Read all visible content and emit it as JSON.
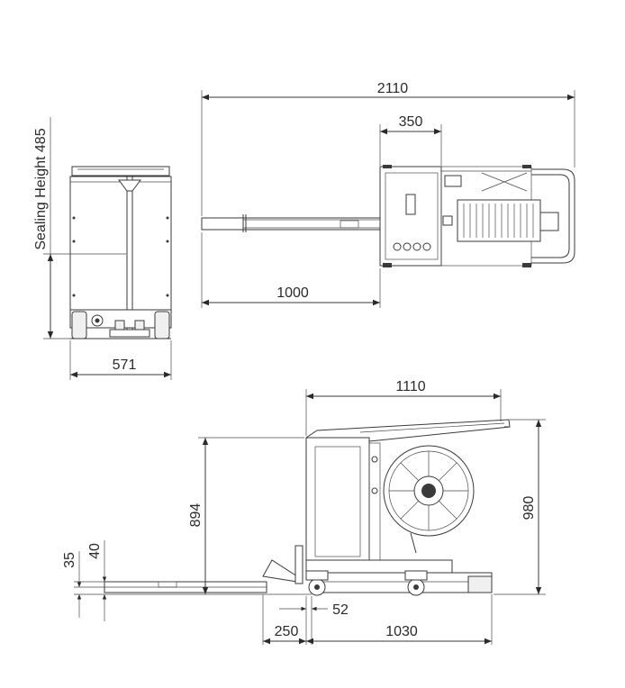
{
  "dimensions": {
    "top_overall_length": "2110",
    "top_reel_width": "350",
    "top_extension_length": "1000",
    "front_sealing_height": "Sealing Height 485",
    "front_width": "571",
    "side_length": "1110",
    "side_height": "980",
    "side_table_height": "894",
    "side_dim_35": "35",
    "side_dim_40": "40",
    "side_dim_52": "52",
    "side_dim_250": "250",
    "side_base_length": "1030"
  },
  "colors": {
    "line": "#3a3a3a",
    "background": "#ffffff"
  }
}
